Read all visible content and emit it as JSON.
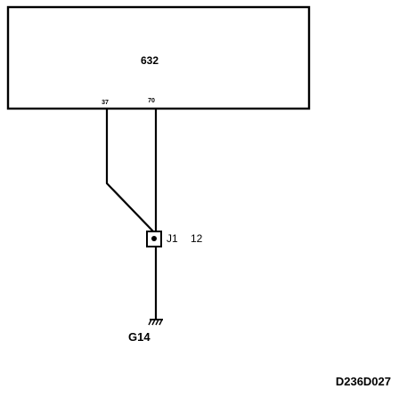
{
  "module": {
    "id": "632",
    "pins": [
      "37",
      "70"
    ]
  },
  "connector": {
    "name": "J1",
    "pin": "12"
  },
  "ground": {
    "id": "G14"
  },
  "diagram_code": "D236D027",
  "colors": {
    "line": "#000000",
    "background": "#ffffff"
  }
}
